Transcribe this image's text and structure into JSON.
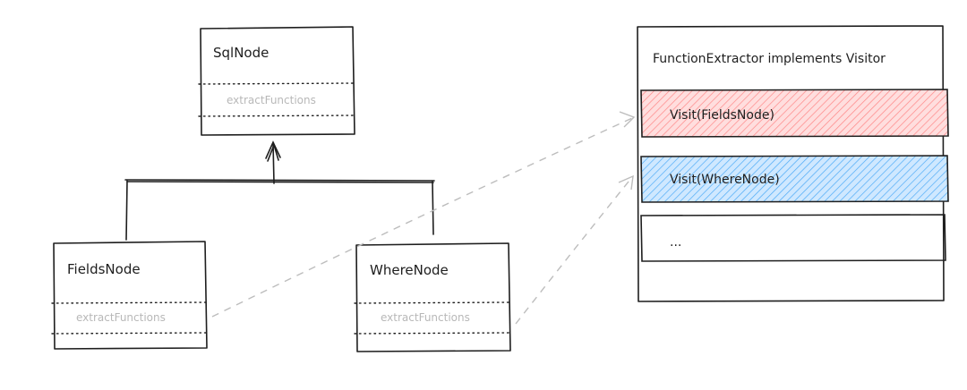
{
  "nodes": {
    "sql_node": {
      "title": "SqlNode",
      "method": "extractFunctions"
    },
    "fields_node": {
      "title": "FieldsNode",
      "method": "extractFunctions"
    },
    "where_node": {
      "title": "WhereNode",
      "method": "extractFunctions"
    }
  },
  "visitor": {
    "title": "FunctionExtractor implements Visitor",
    "methods": [
      {
        "label": "Visit(FieldsNode)",
        "color": "#ffc9c9"
      },
      {
        "label": "Visit(WhereNode)",
        "color": "#a5d8ff"
      },
      {
        "label": "..."
      }
    ]
  },
  "colors": {
    "stroke": "#1e1e1e",
    "method_text": "#b8b8b8",
    "dashed_arrow": "#bdbdbd",
    "red_hatch": "#ff8787",
    "blue_hatch": "#4dabf7"
  }
}
